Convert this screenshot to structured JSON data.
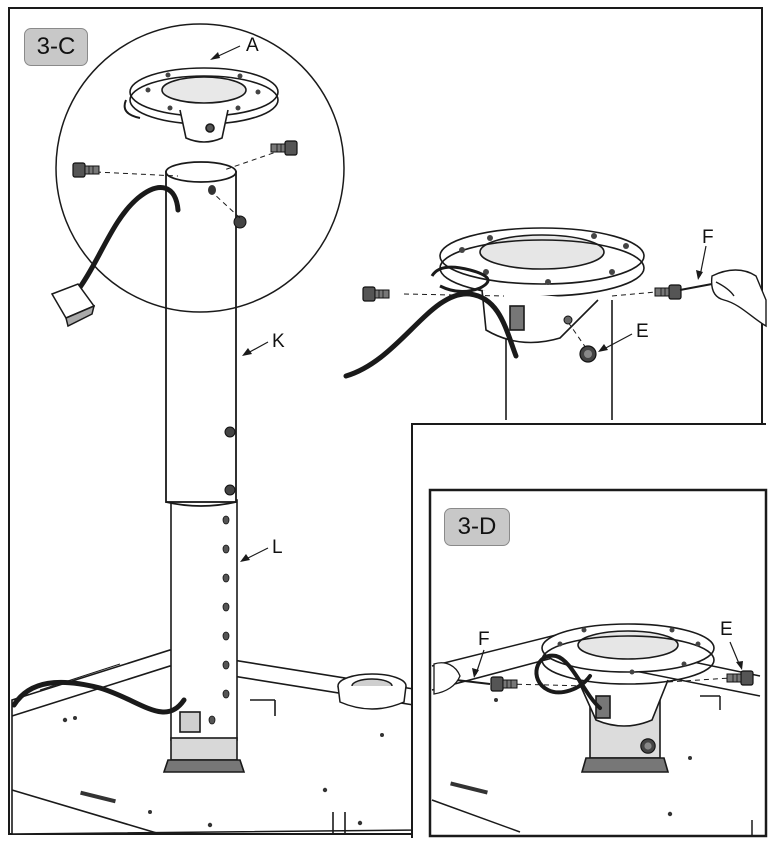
{
  "steps": {
    "main": "3-C",
    "inset": "3-D"
  },
  "callouts": {
    "a": "A",
    "k": "K",
    "l": "L",
    "e_top": "E",
    "f_top": "F",
    "f_inset": "F",
    "e_inset": "E"
  },
  "icons": {
    "hand": "hand-with-screwdriver-icon",
    "screw": "bolt-icon"
  },
  "colors": {
    "ink": "#1a1a1a",
    "badge": "#c8c8c8"
  }
}
